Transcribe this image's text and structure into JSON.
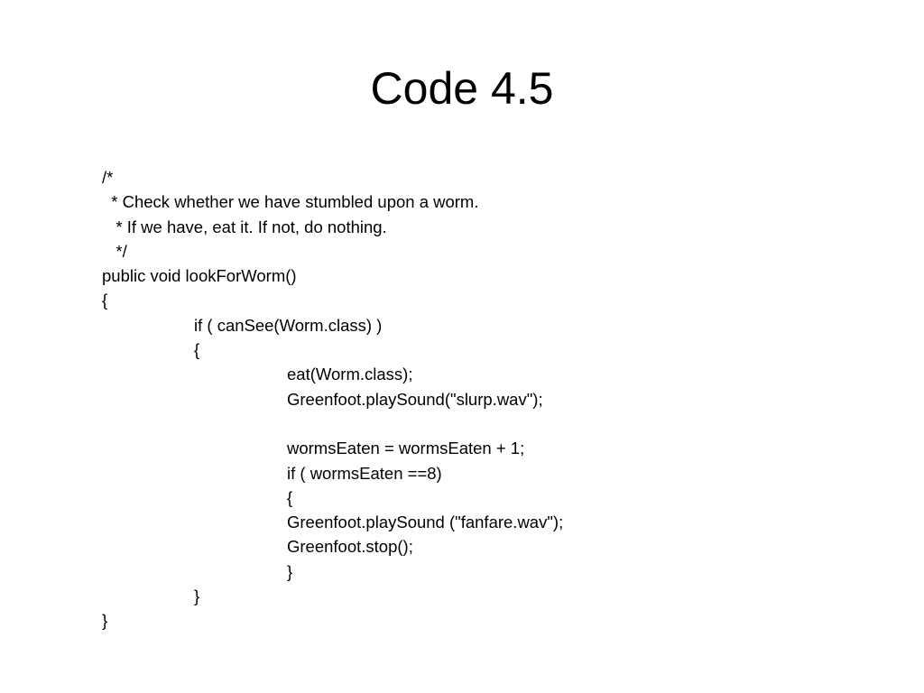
{
  "slide": {
    "title": "Code 4.5",
    "code_lines": [
      "/*",
      "  * Check whether we have stumbled upon a worm.",
      "   * If we have, eat it. If not, do nothing.",
      "   */",
      "public void lookForWorm()",
      "{",
      "if ( canSee(Worm.class) )",
      "{",
      "eat(Worm.class);",
      "Greenfoot.playSound(\"slurp.wav\");",
      "",
      "wormsEaten = wormsEaten + 1;",
      "if ( wormsEaten ==8)",
      "{",
      "Greenfoot.playSound (\"fanfare.wav\");",
      "Greenfoot.stop();",
      "}",
      "}",
      "}"
    ]
  }
}
